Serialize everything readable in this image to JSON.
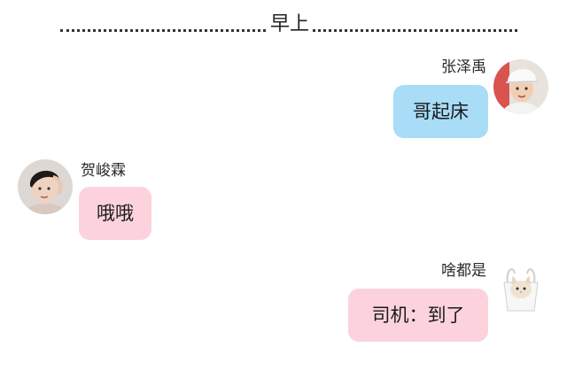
{
  "divider": {
    "label": "早上"
  },
  "messages": [
    {
      "sender": "张泽禹",
      "text": "哥起床",
      "side": "right",
      "bubble_color": "#a8dcf7",
      "avatar_icon": "boy-in-white-cap-avatar"
    },
    {
      "sender": "贺峻霖",
      "text": "哦哦",
      "side": "left",
      "bubble_color": "#fcd3dd",
      "avatar_icon": "boy-hand-on-head-avatar"
    },
    {
      "sender": "啥都是",
      "text": "司机：到了",
      "side": "right",
      "bubble_color": "#fcd3dd",
      "avatar_icon": "cat-in-bag-avatar"
    }
  ]
}
